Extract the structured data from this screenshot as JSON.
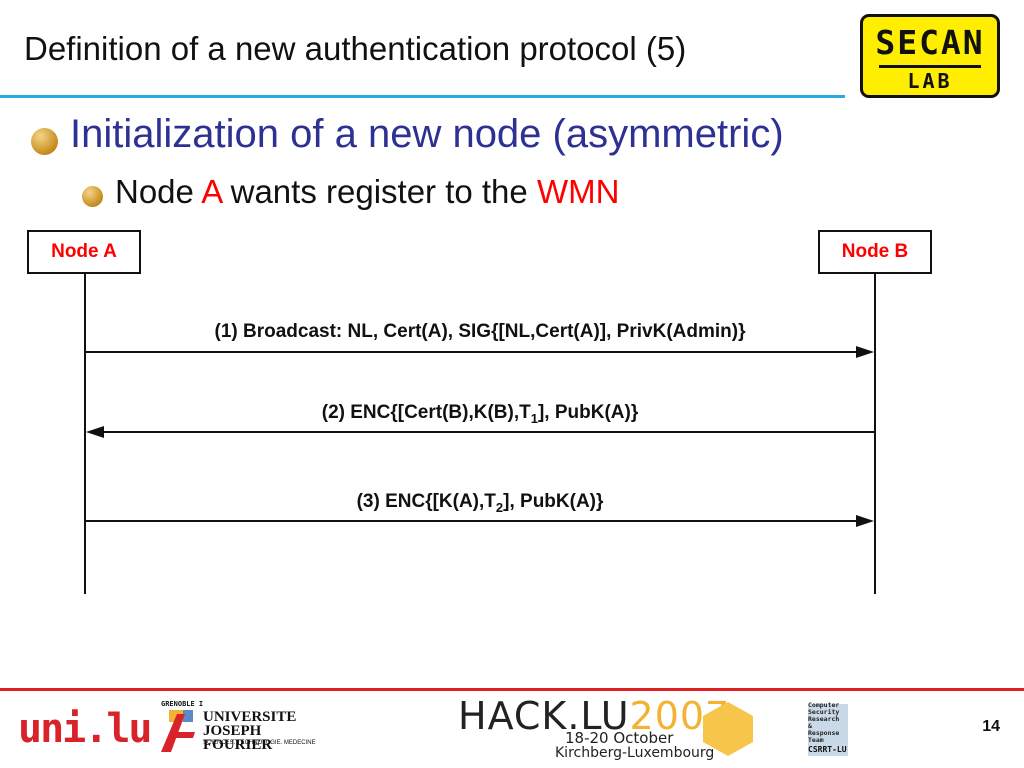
{
  "header": {
    "title": "Definition of a new authentication protocol (5)",
    "logo": {
      "top": "SECAN",
      "bottom": "LAB"
    }
  },
  "bullets": [
    {
      "text": "Initialization of a new node (asymmetric)"
    },
    {
      "parts": [
        "Node ",
        "A",
        " wants register to the ",
        "WMN"
      ]
    }
  ],
  "diagram": {
    "nodes": [
      "Node A",
      "Node B"
    ],
    "messages": [
      {
        "text": "(1) Broadcast: NL, Cert(A), SIG{[NL,Cert(A)], PrivK(Admin)}",
        "direction": "A-to-B"
      },
      {
        "pre": "(2) ENC{[Cert(B),K(B),T",
        "sub": "1",
        "post": "], PubK(A)}",
        "direction": "B-to-A"
      },
      {
        "pre": "(3) ENC{[K(A),T",
        "sub": "2",
        "post": "], PubK(A)}",
        "direction": "A-to-B"
      }
    ]
  },
  "footer": {
    "logos": {
      "unilu": "uni.lu",
      "ujf_top": "GRENOBLE I",
      "ujf_line1": "UNIVERSITE",
      "ujf_line2": "JOSEPH FOURIER",
      "ujf_sub": "SCIENCES. TECHNOLOGIE. MEDECINE",
      "hack_brand": "HACK.LU",
      "hack_year": "2007",
      "hack_dates": "18-20 October",
      "hack_place": "Kirchberg-Luxembourg",
      "csrrt_lines": [
        "Computer",
        "Security",
        "Research",
        "&",
        "Response",
        "Team"
      ],
      "csrrt_badge": "CSRRT-LU"
    },
    "page_number": "14"
  },
  "colors": {
    "title_rule": "#29abe2",
    "footer_rule": "#e02020",
    "bullet_blue": "#2e3192",
    "highlight_red": "#ff0000",
    "logo_yellow": "#ffee00"
  }
}
